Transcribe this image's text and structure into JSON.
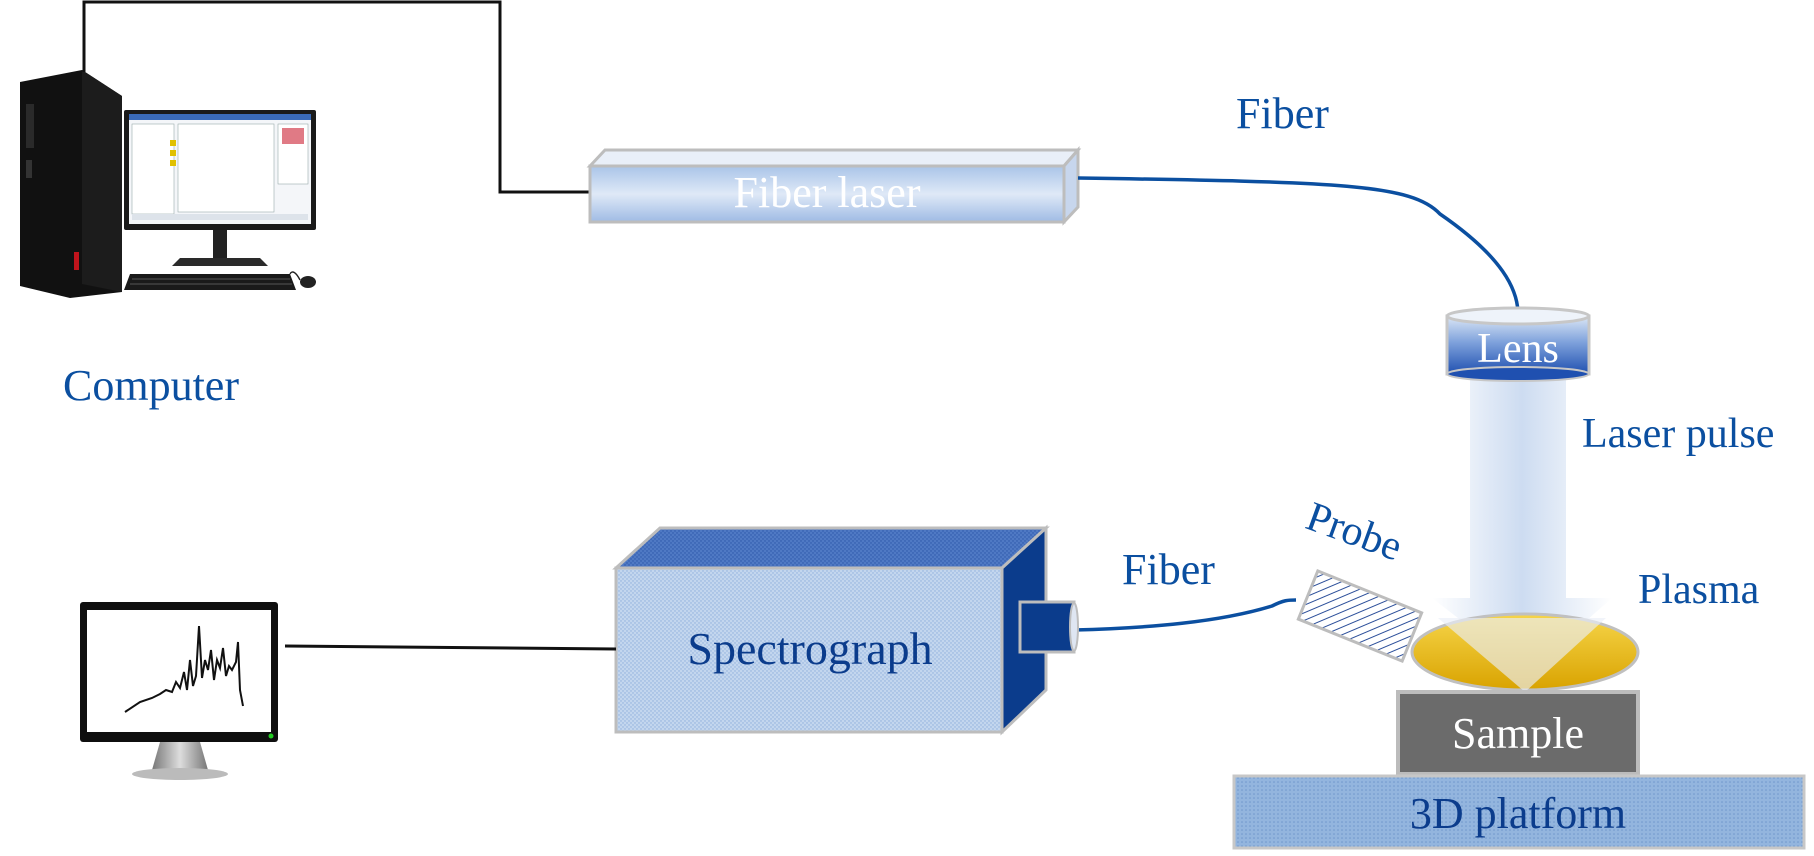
{
  "diagram": {
    "labels": {
      "computer": "Computer",
      "fiber_top": "Fiber",
      "fiber_laser": "Fiber laser",
      "lens": "Lens",
      "laser_pulse": "Laser pulse",
      "plasma": "Plasma",
      "probe": "Probe",
      "fiber_bottom": "Fiber",
      "spectrograph": "Spectrograph",
      "sample": "Sample",
      "platform": "3D platform"
    },
    "colors": {
      "label_blue": "#0b4fa0",
      "cable_blue": "#0b4fa0",
      "wire_black": "#111111",
      "device_light_blue": "#cfe0f3",
      "device_dark_blue": "#0b3c8c",
      "lens_blue": "#2b5eb8",
      "plasma_yellow": "#e8b400",
      "sample_gray": "#6b6b6b",
      "platform_blue": "#8fb2dc"
    },
    "icons": {
      "computer": "desktop-pc-icon",
      "monitor": "spectrum-monitor-icon"
    }
  }
}
